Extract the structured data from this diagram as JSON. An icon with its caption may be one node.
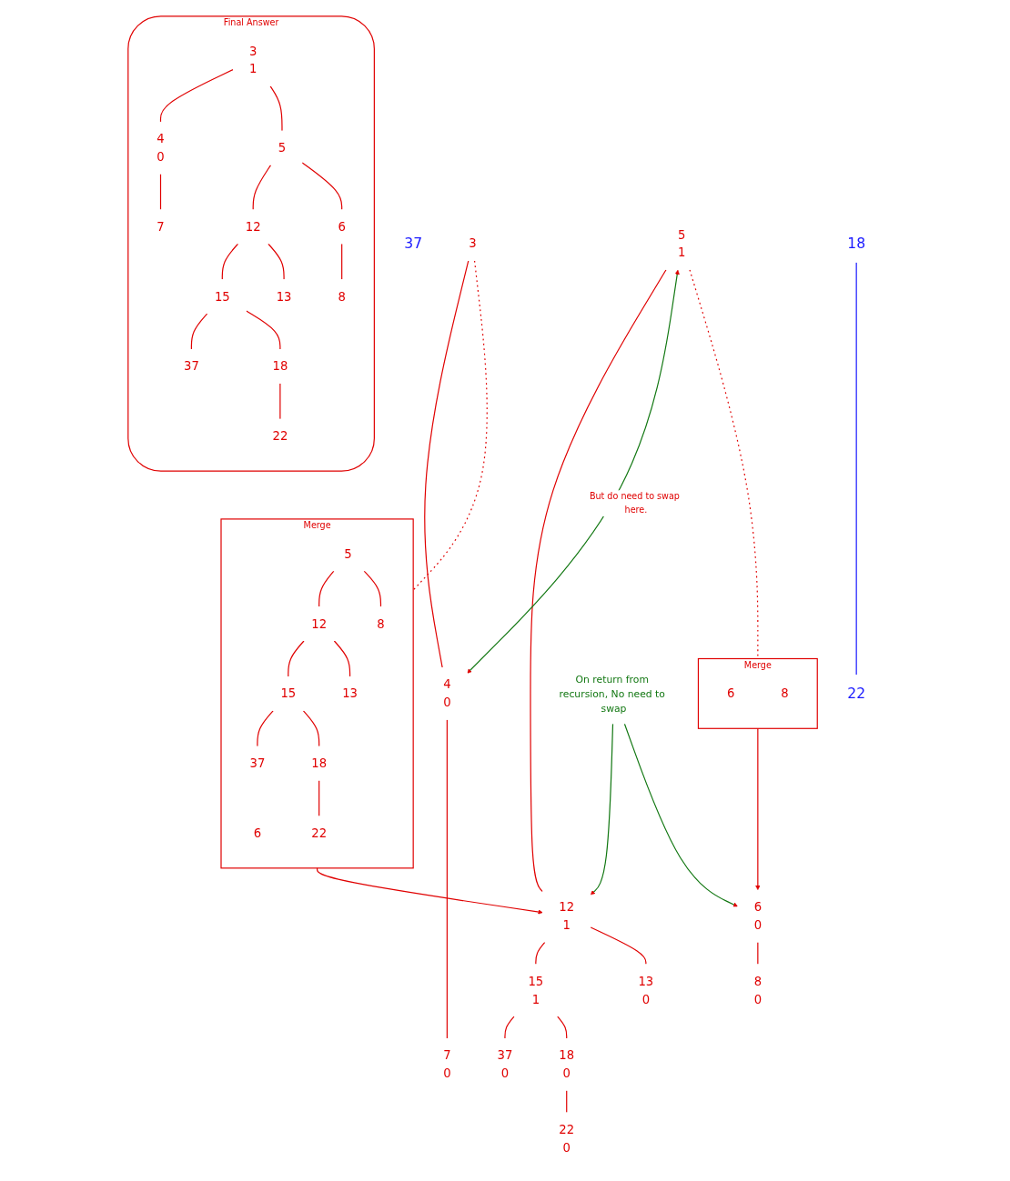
{
  "diagram": {
    "nodes": [
      {
        "text": [
          "37"
        ]
      },
      {
        "text": [
          "18"
        ]
      },
      {
        "text": [
          "22"
        ]
      },
      {
        "text": [
          "On return from recursion, No need to swap"
        ]
      },
      {
        "text": [
          "3"
        ]
      },
      {
        "text": [
          "4",
          "0"
        ]
      },
      {
        "text": [
          "7",
          "0"
        ]
      },
      {
        "text": [
          "Merge"
        ]
      },
      {
        "text": [
          "6"
        ],
        "in": 7
      },
      {
        "text": [
          "5"
        ],
        "in": 7
      },
      {
        "text": [
          "12"
        ],
        "in": 7
      },
      {
        "text": [
          "8"
        ],
        "in": 7
      },
      {
        "text": [
          "15"
        ],
        "in": 7
      },
      {
        "text": [
          "13"
        ],
        "in": 7
      },
      {
        "text": [
          "37"
        ],
        "in": 7
      },
      {
        "text": [
          "18"
        ],
        "in": 7
      },
      {
        "text": [
          "22"
        ],
        "in": 7
      },
      {
        "text": [
          "5",
          "1"
        ]
      },
      {
        "text": [
          "12",
          "1"
        ]
      },
      {
        "text": [
          "15",
          "1"
        ]
      },
      {
        "text": [
          "13",
          "0"
        ]
      },
      {
        "text": [
          "37",
          "0"
        ]
      },
      {
        "text": [
          "18",
          "0"
        ]
      },
      {
        "text": [
          "22",
          "0"
        ]
      },
      {
        "text": [
          "Merge"
        ]
      },
      {
        "text": [
          "6"
        ],
        "in": 24
      },
      {
        "text": [
          "8"
        ],
        "in": 24
      },
      {
        "text": [
          "6",
          "0"
        ]
      },
      {
        "text": [
          "8",
          "0"
        ]
      },
      {
        "text": [
          "Final Answer"
        ]
      },
      {
        "text": [
          "3",
          "1"
        ],
        "in": 29
      },
      {
        "text": [
          "5"
        ],
        "in": 29
      },
      {
        "text": [
          "4",
          "0"
        ],
        "in": 29
      },
      {
        "text": [
          "12"
        ],
        "in": 29
      },
      {
        "text": [
          "6"
        ],
        "in": 29
      },
      {
        "text": [
          "7"
        ],
        "in": 29
      },
      {
        "text": [
          "15"
        ],
        "in": 29
      },
      {
        "text": [
          "13"
        ],
        "in": 29
      },
      {
        "text": [
          "8"
        ],
        "in": 29
      },
      {
        "text": [
          "37"
        ],
        "in": 29
      },
      {
        "text": [
          "18"
        ],
        "in": 29
      },
      {
        "text": [
          "22"
        ],
        "in": 29
      }
    ],
    "edges": [
      {
        "from": 1,
        "to": 2,
        "arrow": "none",
        "color": "#1a1aff"
      },
      {
        "from": 4,
        "to": 5,
        "arrow": "none"
      },
      {
        "from": 4,
        "to": 7,
        "arrow": "none",
        "style": "dashed"
      },
      {
        "from": 5,
        "to": 6,
        "arrow": "none"
      },
      {
        "from": 9,
        "to": 10,
        "arrow": "none"
      },
      {
        "from": 9,
        "to": 11,
        "arrow": "none"
      },
      {
        "from": 10,
        "to": 12,
        "arrow": "none"
      },
      {
        "from": 10,
        "to": 13,
        "arrow": "none"
      },
      {
        "from": 12,
        "to": 14,
        "arrow": "none"
      },
      {
        "from": 12,
        "to": 15,
        "arrow": "none"
      },
      {
        "from": 15,
        "to": 16,
        "arrow": "none"
      },
      {
        "from": 7,
        "to": 18,
        "arrow": "to"
      },
      {
        "from": 17,
        "to": 18,
        "arrow": "none"
      },
      {
        "from": 18,
        "to": 19,
        "arrow": "none"
      },
      {
        "from": 18,
        "to": 20,
        "arrow": "none"
      },
      {
        "from": 19,
        "to": 21,
        "arrow": "none"
      },
      {
        "from": 19,
        "to": 22,
        "arrow": "none"
      },
      {
        "from": 22,
        "to": 23,
        "arrow": "none"
      },
      {
        "from": 17,
        "to": 24,
        "arrow": "none",
        "style": "dashed"
      },
      {
        "from": 24,
        "to": 27,
        "arrow": "to"
      },
      {
        "from": 27,
        "to": 28,
        "arrow": "none"
      },
      {
        "from": 17,
        "to": 5,
        "arrow": "both",
        "label": "But do need to swap here.",
        "color": "#117711"
      },
      {
        "from": 3,
        "to": 18,
        "arrow": "to",
        "color": "#117711"
      },
      {
        "from": 3,
        "to": 27,
        "arrow": "to",
        "color": "#117711"
      },
      {
        "from": 30,
        "to": 31,
        "arrow": "none"
      },
      {
        "from": 30,
        "to": 32,
        "arrow": "none"
      },
      {
        "from": 32,
        "to": 35,
        "arrow": "none"
      },
      {
        "from": 31,
        "to": 33,
        "arrow": "none"
      },
      {
        "from": 31,
        "to": 34,
        "arrow": "none"
      },
      {
        "from": 33,
        "to": 36,
        "arrow": "none"
      },
      {
        "from": 33,
        "to": 37,
        "arrow": "none"
      },
      {
        "from": 34,
        "to": 38,
        "arrow": "none"
      },
      {
        "from": 36,
        "to": 39,
        "arrow": "none"
      },
      {
        "from": 36,
        "to": 40,
        "arrow": "none"
      },
      {
        "from": 40,
        "to": 41,
        "arrow": "none"
      }
    ]
  }
}
